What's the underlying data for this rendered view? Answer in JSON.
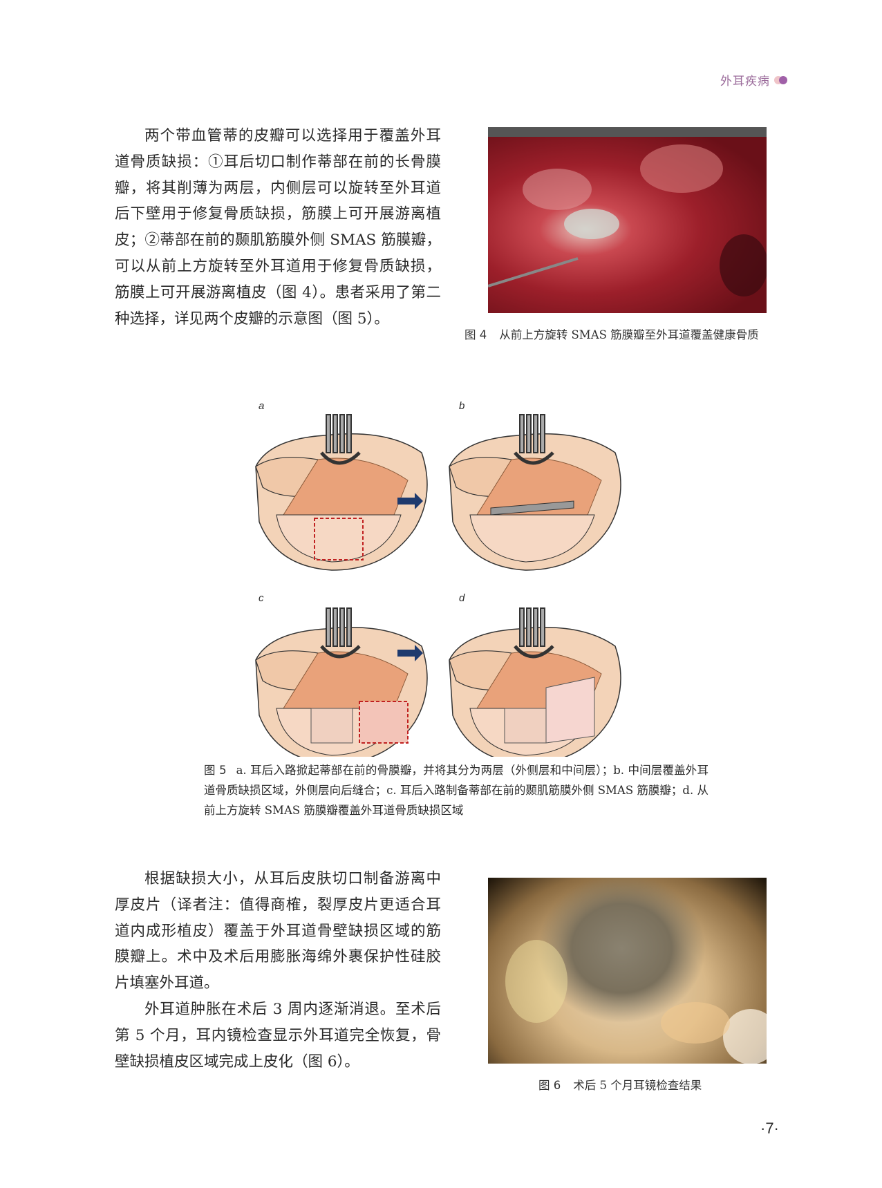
{
  "header": {
    "section_title": "外耳疾病",
    "accent_color": "#a060a8"
  },
  "paragraph1": "两个带血管蒂的皮瓣可以选择用于覆盖外耳道骨质缺损：①耳后切口制作蒂部在前的长骨膜瓣，将其削薄为两层，内侧层可以旋转至外耳道后下壁用于修复骨质缺损，筋膜上可开展游离植皮；②蒂部在前的颞肌筋膜外侧 SMAS 筋膜瓣，可以从前上方旋转至外耳道用于修复骨质缺损，筋膜上可开展游离植皮（图 4）。患者采用了第二种选择，详见两个皮瓣的示意图（图 5）。",
  "figure4": {
    "label": "图 4",
    "caption": "从前上方旋转 SMAS 筋膜瓣至外耳道覆盖健康骨质"
  },
  "figure5": {
    "panels": [
      "a",
      "b",
      "c",
      "d"
    ],
    "label": "图 5",
    "caption": "a. 耳后入路掀起蒂部在前的骨膜瓣，并将其分为两层（外侧层和中间层）；b. 中间层覆盖外耳道骨质缺损区域，外侧层向后缝合；c. 耳后入路制备蒂部在前的颞肌筋膜外侧 SMAS 筋膜瓣；d. 从前上方旋转 SMAS 筋膜瓣覆盖外耳道骨质缺损区域"
  },
  "paragraph2": "根据缺损大小，从耳后皮肤切口制备游离中厚皮片（译者注：值得商榷，裂厚皮片更适合耳道内成形植皮）覆盖于外耳道骨壁缺损区域的筋膜瓣上。术中及术后用膨胀海绵外裹保护性硅胶片填塞外耳道。",
  "paragraph3": "外耳道肿胀在术后 3 周内逐渐消退。至术后第 5 个月，耳内镜检查显示外耳道完全恢复，骨壁缺损植皮区域完成上皮化（图 6）。",
  "figure6": {
    "label": "图 6",
    "caption": "术后 5 个月耳镜检查结果"
  },
  "page_number": "·7·"
}
